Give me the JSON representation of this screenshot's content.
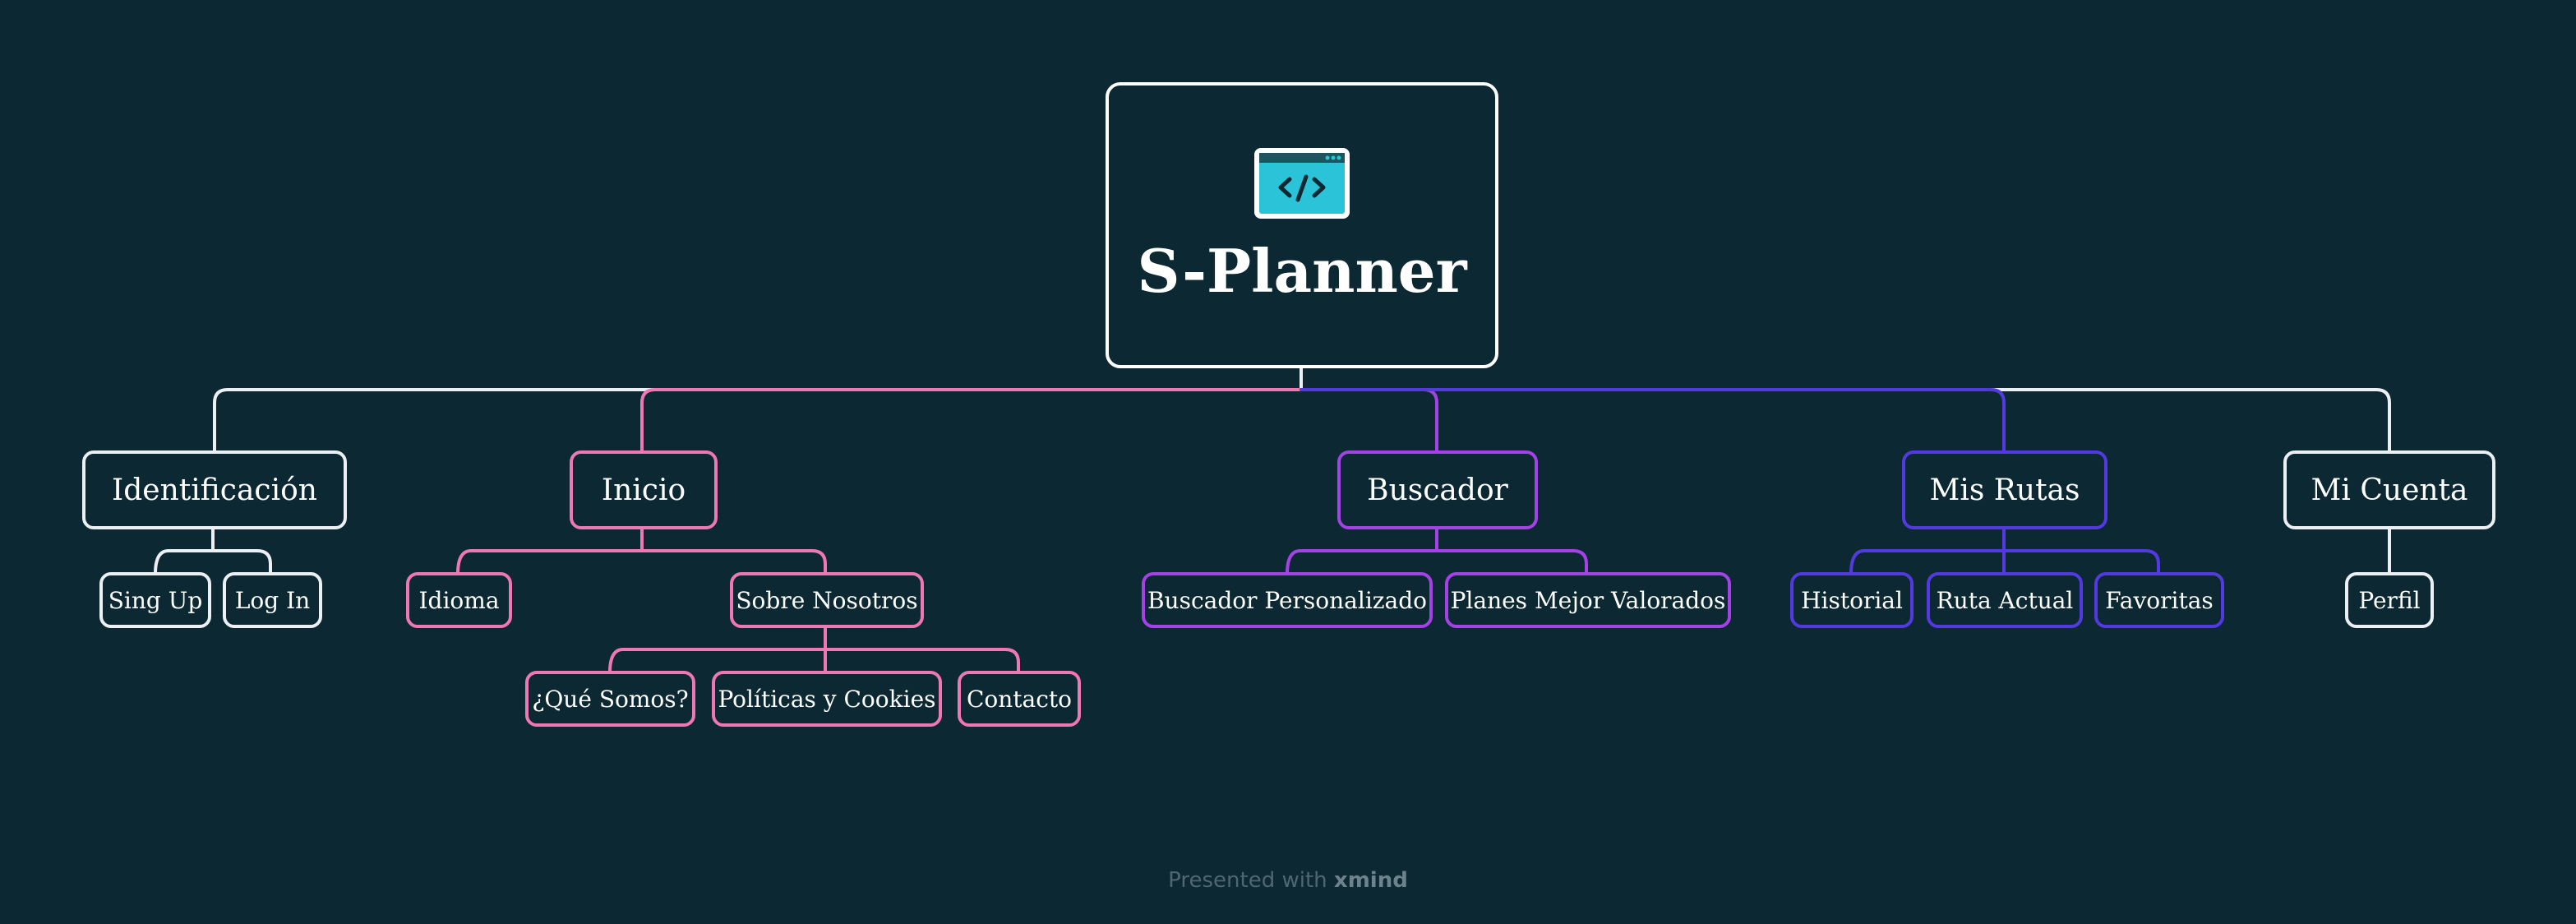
{
  "root": {
    "title": "S-Planner",
    "icon": "code-window-icon"
  },
  "branches": {
    "identificacion": {
      "label": "Identificación",
      "color": "#eceff3",
      "children": [
        "Sing Up",
        "Log In"
      ]
    },
    "inicio": {
      "label": "Inicio",
      "color": "#ee78b3",
      "children": [
        "Idioma",
        "Sobre Nosotros"
      ],
      "sobre_nosotros_children": [
        "¿Qué Somos?",
        "Políticas y Cookies",
        "Contacto"
      ]
    },
    "buscador": {
      "label": "Buscador",
      "color": "#a542e6",
      "children": [
        "Buscador Personalizado",
        "Planes Mejor Valorados"
      ]
    },
    "mis_rutas": {
      "label": "Mis Rutas",
      "color": "#5339e0",
      "children": [
        "Historial",
        "Ruta Actual",
        "Favoritas"
      ]
    },
    "mi_cuenta": {
      "label": "Mi Cuenta",
      "color": "#eceff3",
      "children": [
        "Perfil"
      ]
    }
  },
  "footer": {
    "prefix": "Presented with",
    "brand": "xmind"
  },
  "colors": {
    "background": "#0b2833",
    "icon_fill": "#2bc3d8"
  }
}
